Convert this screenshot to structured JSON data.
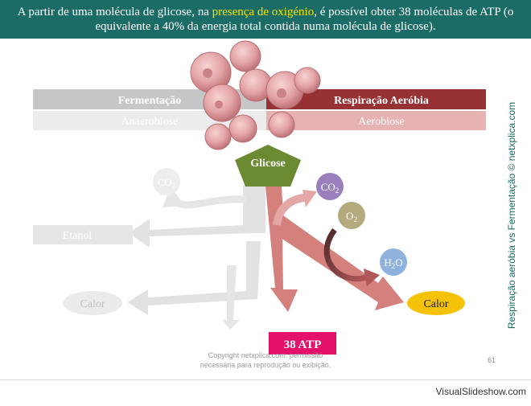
{
  "header": {
    "text_before": "A partir de uma molécula de glicose, na ",
    "highlight": "presença de oxigénio",
    "text_after": ", é possível obter 38 moléculas de ATP (o equivalente a 40% da energia total contida numa molécula de glicose)."
  },
  "columns": {
    "left_title": "Fermentação",
    "left_subtitle": "Anaerobiose",
    "right_title": "Respiração Aeróbia",
    "right_subtitle": "Aerobiose"
  },
  "nodes": {
    "glicose": "Glicose",
    "co2_left_base": "CO",
    "co2_left_sub": "2",
    "etanol": "Etanol",
    "calor_left": "Calor",
    "co2_right_base": "CO",
    "co2_right_sub": "2",
    "o2_base": "O",
    "o2_sub": "2",
    "h2o_h": "H",
    "h2o_sub": "2",
    "h2o_o": "O",
    "calor_right": "Calor",
    "atp": "38 ATP"
  },
  "side_label": "Respiração aeróbia vs Fermentação © netxplica.com",
  "copyright": {
    "line1": "Copyright netxplica.com: permissão",
    "line2": "necessária para reprodução ou exibição."
  },
  "page_number": "61",
  "watermark": "VisualSlideshow.com",
  "colors": {
    "banner": "#1b6b66",
    "highlight": "#f3e600",
    "aerobic_dark": "#963234",
    "aerobic_light": "#e6b2b2",
    "arrow_pink": "#d4817e",
    "glicose_green": "#6b8a32",
    "atp_pink": "#e3116c",
    "calor_yellow": "#f5c20a",
    "faded_gray": "#e2e2e2"
  }
}
